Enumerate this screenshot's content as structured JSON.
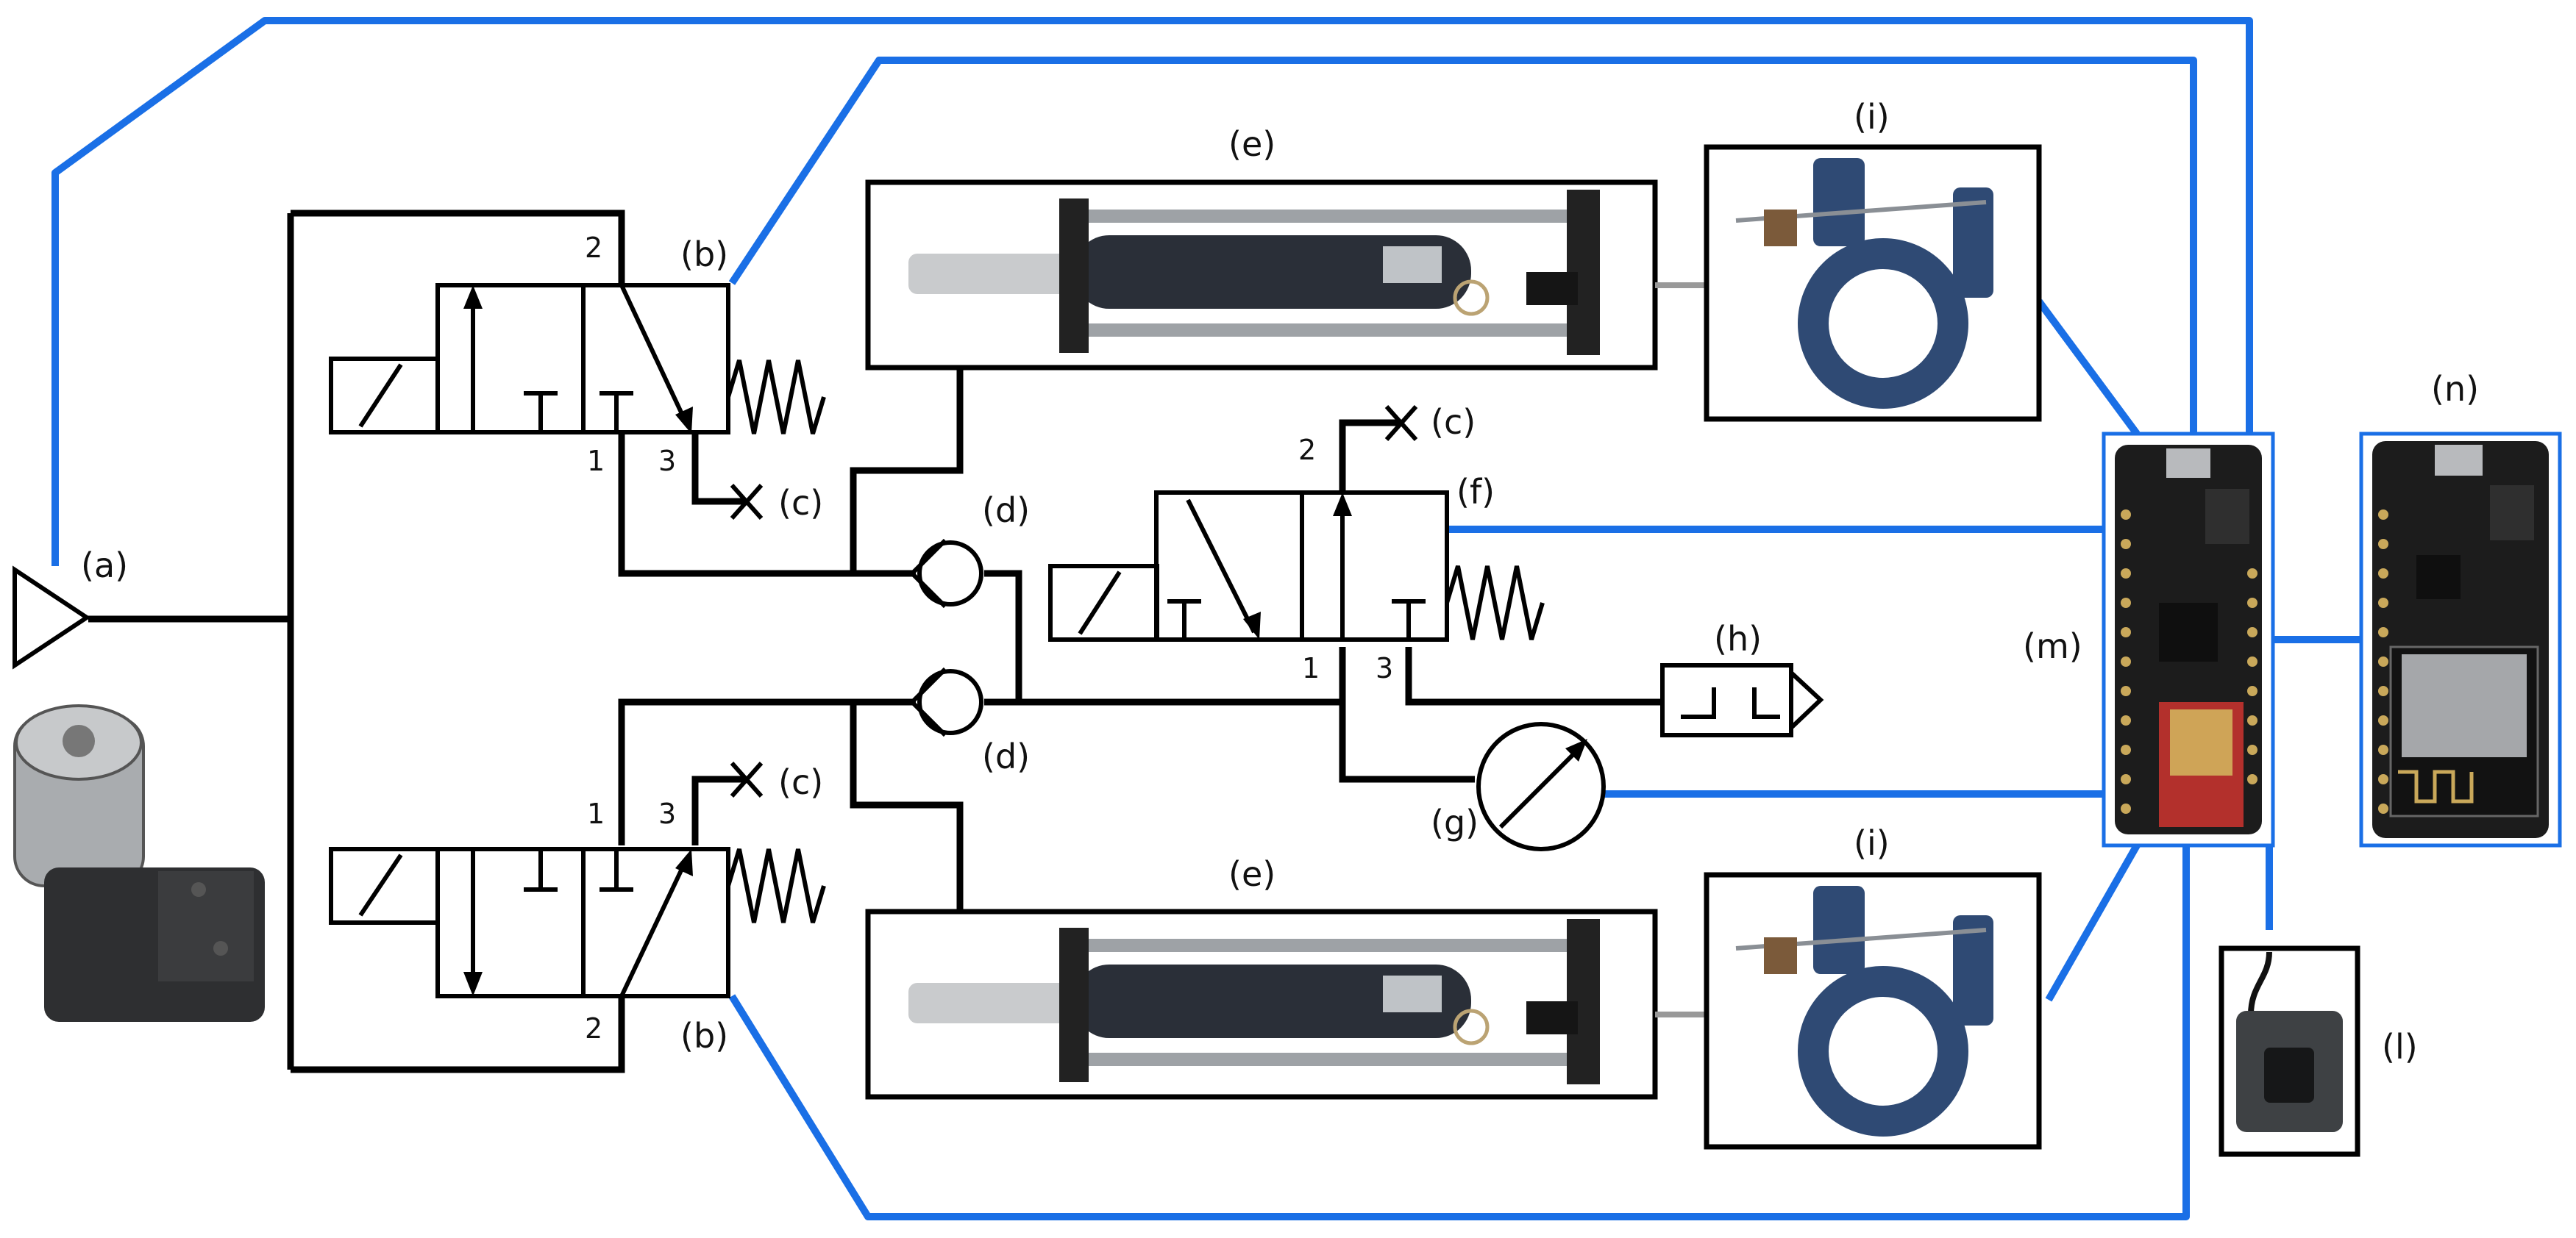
{
  "labels": {
    "pump": "(a)",
    "valve_top": "(b)",
    "valve_bottom": "(b)",
    "exhaust_1": "(c)",
    "exhaust_2": "(c)",
    "exhaust_3": "(c)",
    "check_top": "(d)",
    "check_bottom": "(d)",
    "actuator_top": "(e)",
    "actuator_bottom": "(e)",
    "valve_f": "(f)",
    "sensor": "(g)",
    "silencer": "(h)",
    "clamp_top": "(i)",
    "clamp_bottom": "(i)",
    "fingerprint": "(l)",
    "feather_board": "(m)",
    "esp_board": "(n)"
  },
  "ports": {
    "top_2": "2",
    "top_1": "1",
    "top_3": "3",
    "bot_1": "1",
    "bot_3": "3",
    "bot_2": "2",
    "f_2": "2",
    "f_1": "1",
    "f_3": "3"
  },
  "colors": {
    "wire": "#1a6fe6",
    "pipe": "#000000"
  }
}
